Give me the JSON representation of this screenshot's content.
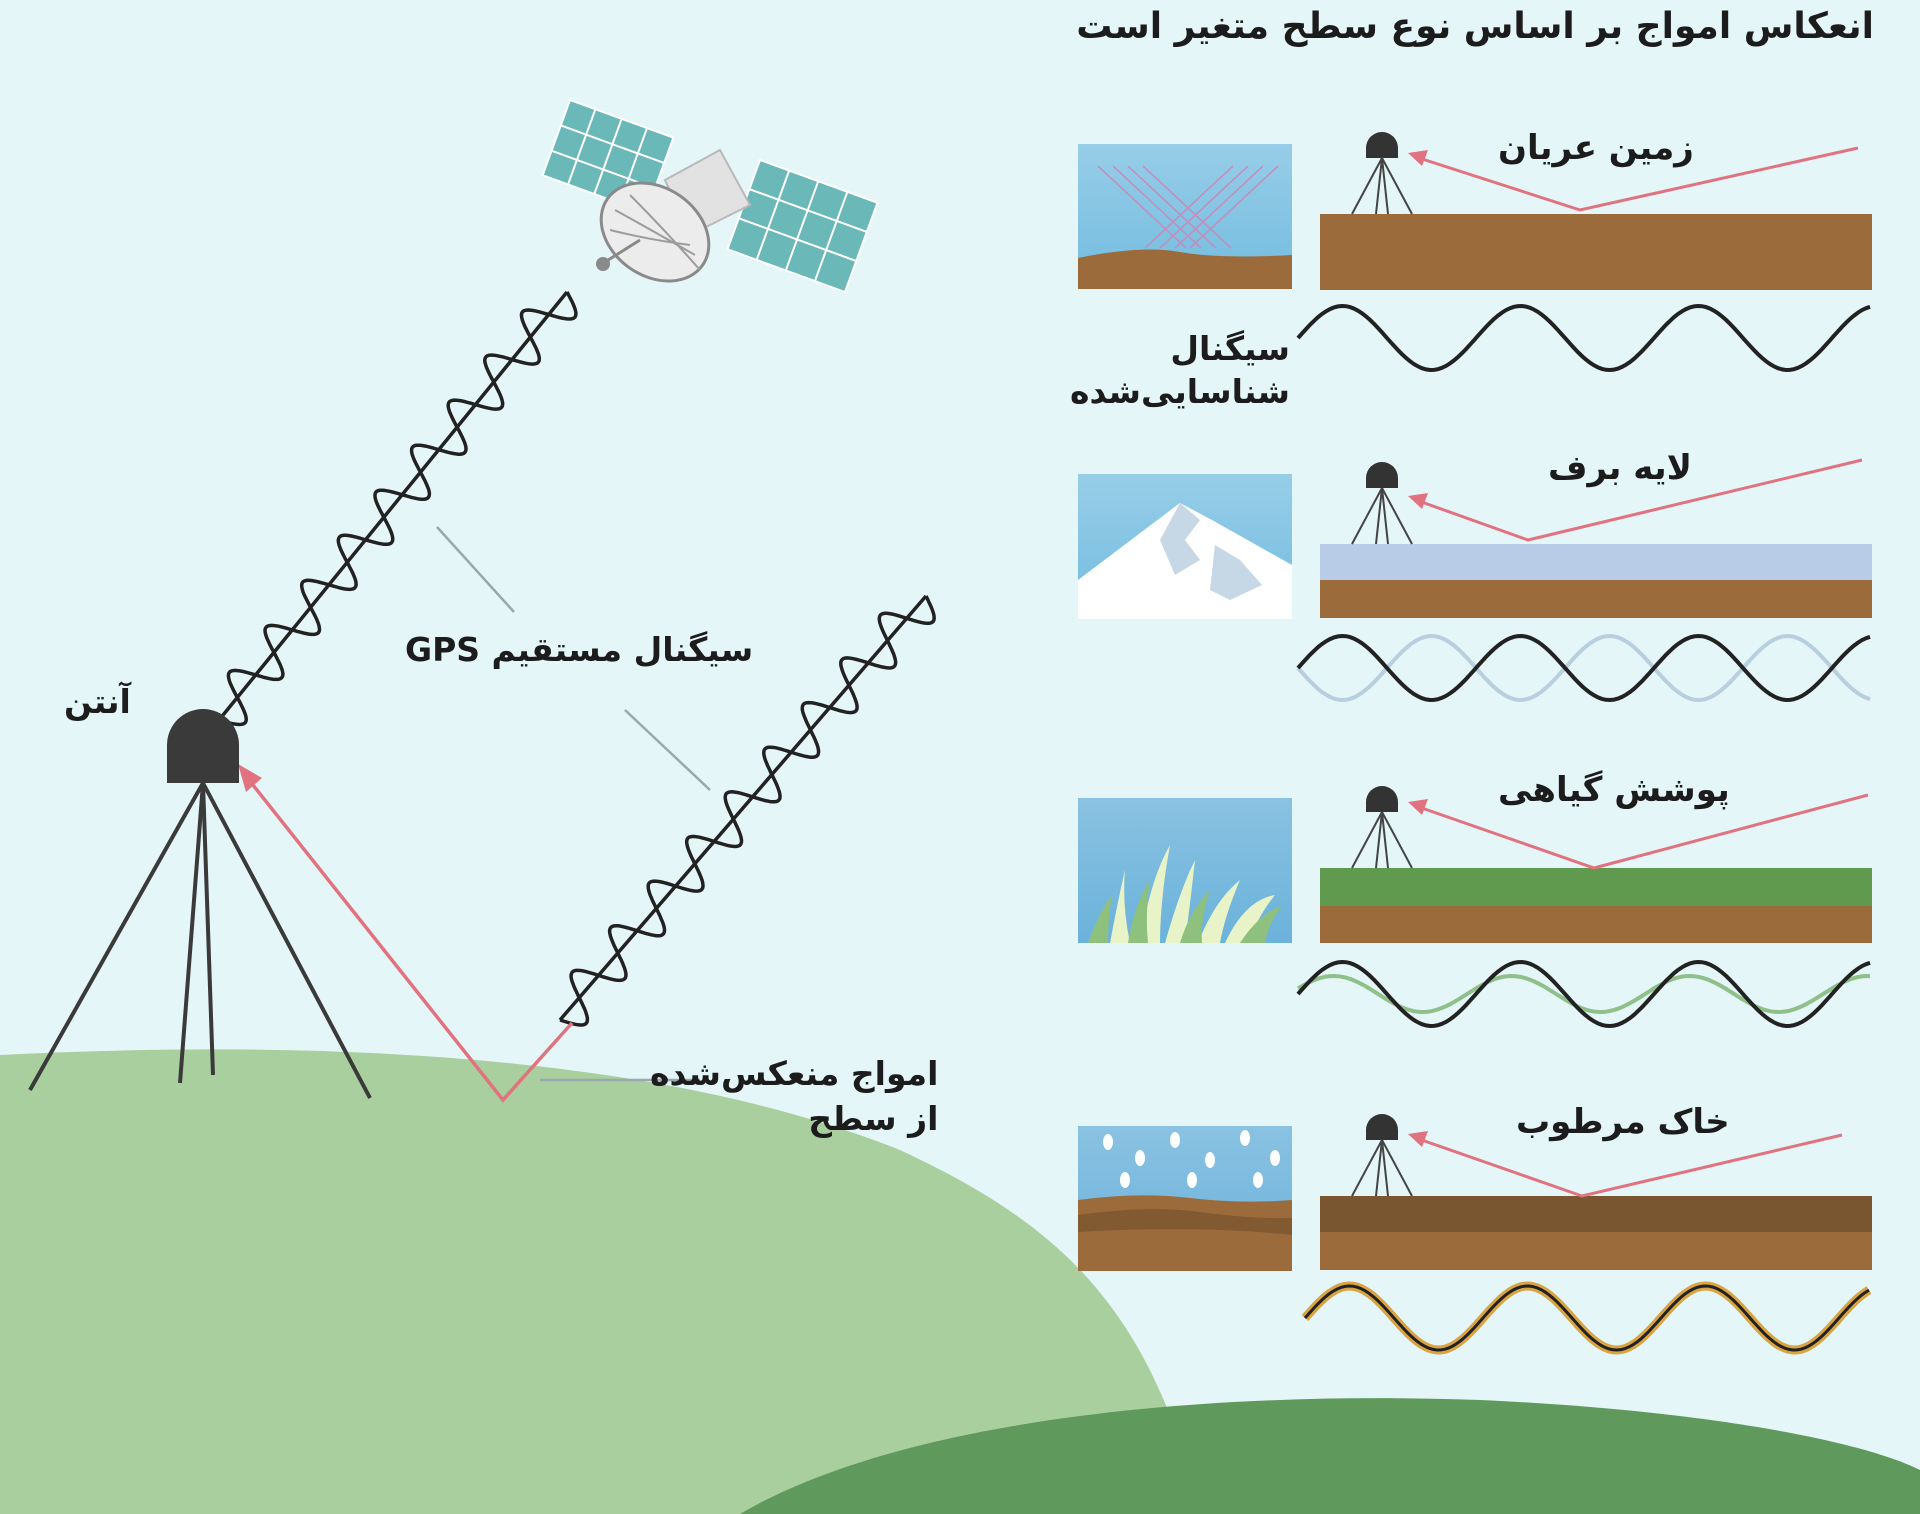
{
  "title": "انعکاس امواج بر اساس نوع سطح متغیر است",
  "labels": {
    "antenna": "آنتن",
    "direct_signal": "سیگنال مستقیم GPS",
    "reflected_waves_line1": "امواج منعکس‌شده",
    "reflected_waves_line2": "از سطح",
    "detected_signal_line1": "سیگنال",
    "detected_signal_line2": "شناسایی‌شده"
  },
  "panels": [
    {
      "title": "زمین عریان",
      "surface": "bare-soil"
    },
    {
      "title": "لایه برف",
      "surface": "snow"
    },
    {
      "title": "پوشش گیاهی",
      "surface": "vegetation"
    },
    {
      "title": "خاک مرطوب",
      "surface": "wet-soil"
    }
  ],
  "colors": {
    "background": "#e4f6f8",
    "hill": "#a9cf9f",
    "hill_dark": "#5f9a5c",
    "soil": "#9b6b3c",
    "snow": "#b8cce8",
    "vegetation": "#5f9a4f",
    "wet_soil": "#7a5630",
    "reflection_ray": "#e0737f",
    "wave": "#222222",
    "snow_wave": "#b8cfe0",
    "vegetation_wave": "#8fc08a",
    "wet_wave": "#d9a441",
    "solar_panel": "#6bb8b8",
    "antenna": "#3a3a3a"
  },
  "icons": [
    "satellite-icon",
    "antenna-icon",
    "mountain-icon",
    "grass-icon",
    "rain-icon"
  ]
}
